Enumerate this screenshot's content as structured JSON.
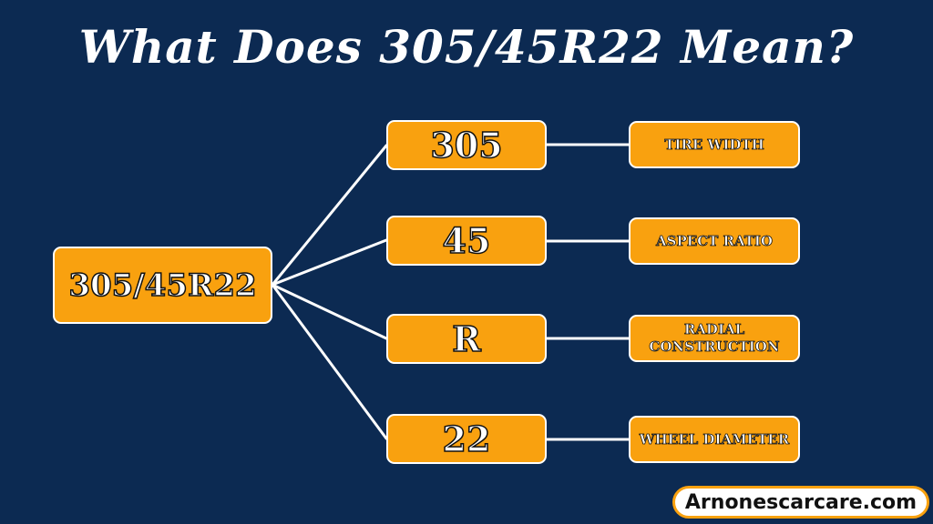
{
  "title": "What Does 305/45R22 Mean?",
  "root": {
    "label": "305/45R22"
  },
  "rows": [
    {
      "code": "305",
      "meaning": "TIRE WIDTH"
    },
    {
      "code": "45",
      "meaning": "ASPECT RATIO"
    },
    {
      "code": "R",
      "meaning": "RADIAL CONSTRUCTION"
    },
    {
      "code": "22",
      "meaning": "WHEEL DIAMETER"
    }
  ],
  "brand": {
    "text": "Arnonescarcare.com"
  },
  "colors": {
    "background": "#0c2a52",
    "box_fill": "#f9a10f",
    "line": "#ffffff"
  }
}
